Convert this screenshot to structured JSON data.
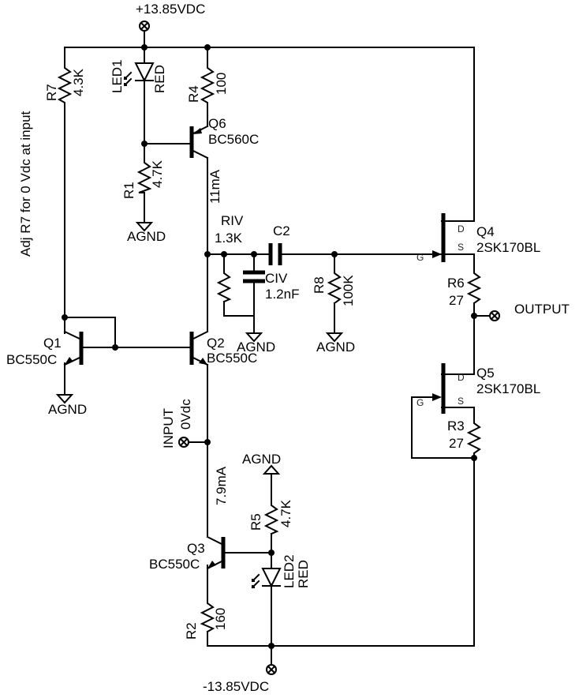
{
  "supply": {
    "positive": "+13.85VDC",
    "negative": "-13.85VDC"
  },
  "note": "Adj R7 for 0 Vdc at input",
  "components": {
    "r7": {
      "ref": "R7",
      "value": "4.3K"
    },
    "led1": {
      "ref": "LED1",
      "value": "RED"
    },
    "r4": {
      "ref": "R4",
      "value": "100"
    },
    "q6": {
      "ref": "Q6",
      "part": "BC560C"
    },
    "r1": {
      "ref": "R1",
      "value": "4.7K"
    },
    "riv": {
      "ref": "RIV",
      "value": "1.3K"
    },
    "c2": {
      "ref": "C2"
    },
    "civ": {
      "ref": "CIV",
      "value": "1.2nF"
    },
    "r8": {
      "ref": "R8",
      "value": "100K"
    },
    "q4": {
      "ref": "Q4",
      "part": "2SK170BL"
    },
    "r6": {
      "ref": "R6",
      "value": "27"
    },
    "q1": {
      "ref": "Q1",
      "part": "BC550C"
    },
    "q2": {
      "ref": "Q2",
      "part": "BC550C"
    },
    "q5": {
      "ref": "Q5",
      "part": "2SK170BL"
    },
    "r3": {
      "ref": "R3",
      "value": "27"
    },
    "r5": {
      "ref": "R5",
      "value": "4.7K"
    },
    "q3": {
      "ref": "Q3",
      "part": "BC550C"
    },
    "led2": {
      "ref": "LED2",
      "value": "RED"
    },
    "r2": {
      "ref": "R2",
      "value": "160"
    }
  },
  "ground_label": "AGND",
  "currents": {
    "q6": "11mA",
    "q3": "7.9mA"
  },
  "input": {
    "label": "INPUT",
    "voltage": "0Vdc"
  },
  "output": {
    "label": "OUTPUT"
  },
  "pins": {
    "drain": "D",
    "source": "S",
    "gate": "G"
  }
}
